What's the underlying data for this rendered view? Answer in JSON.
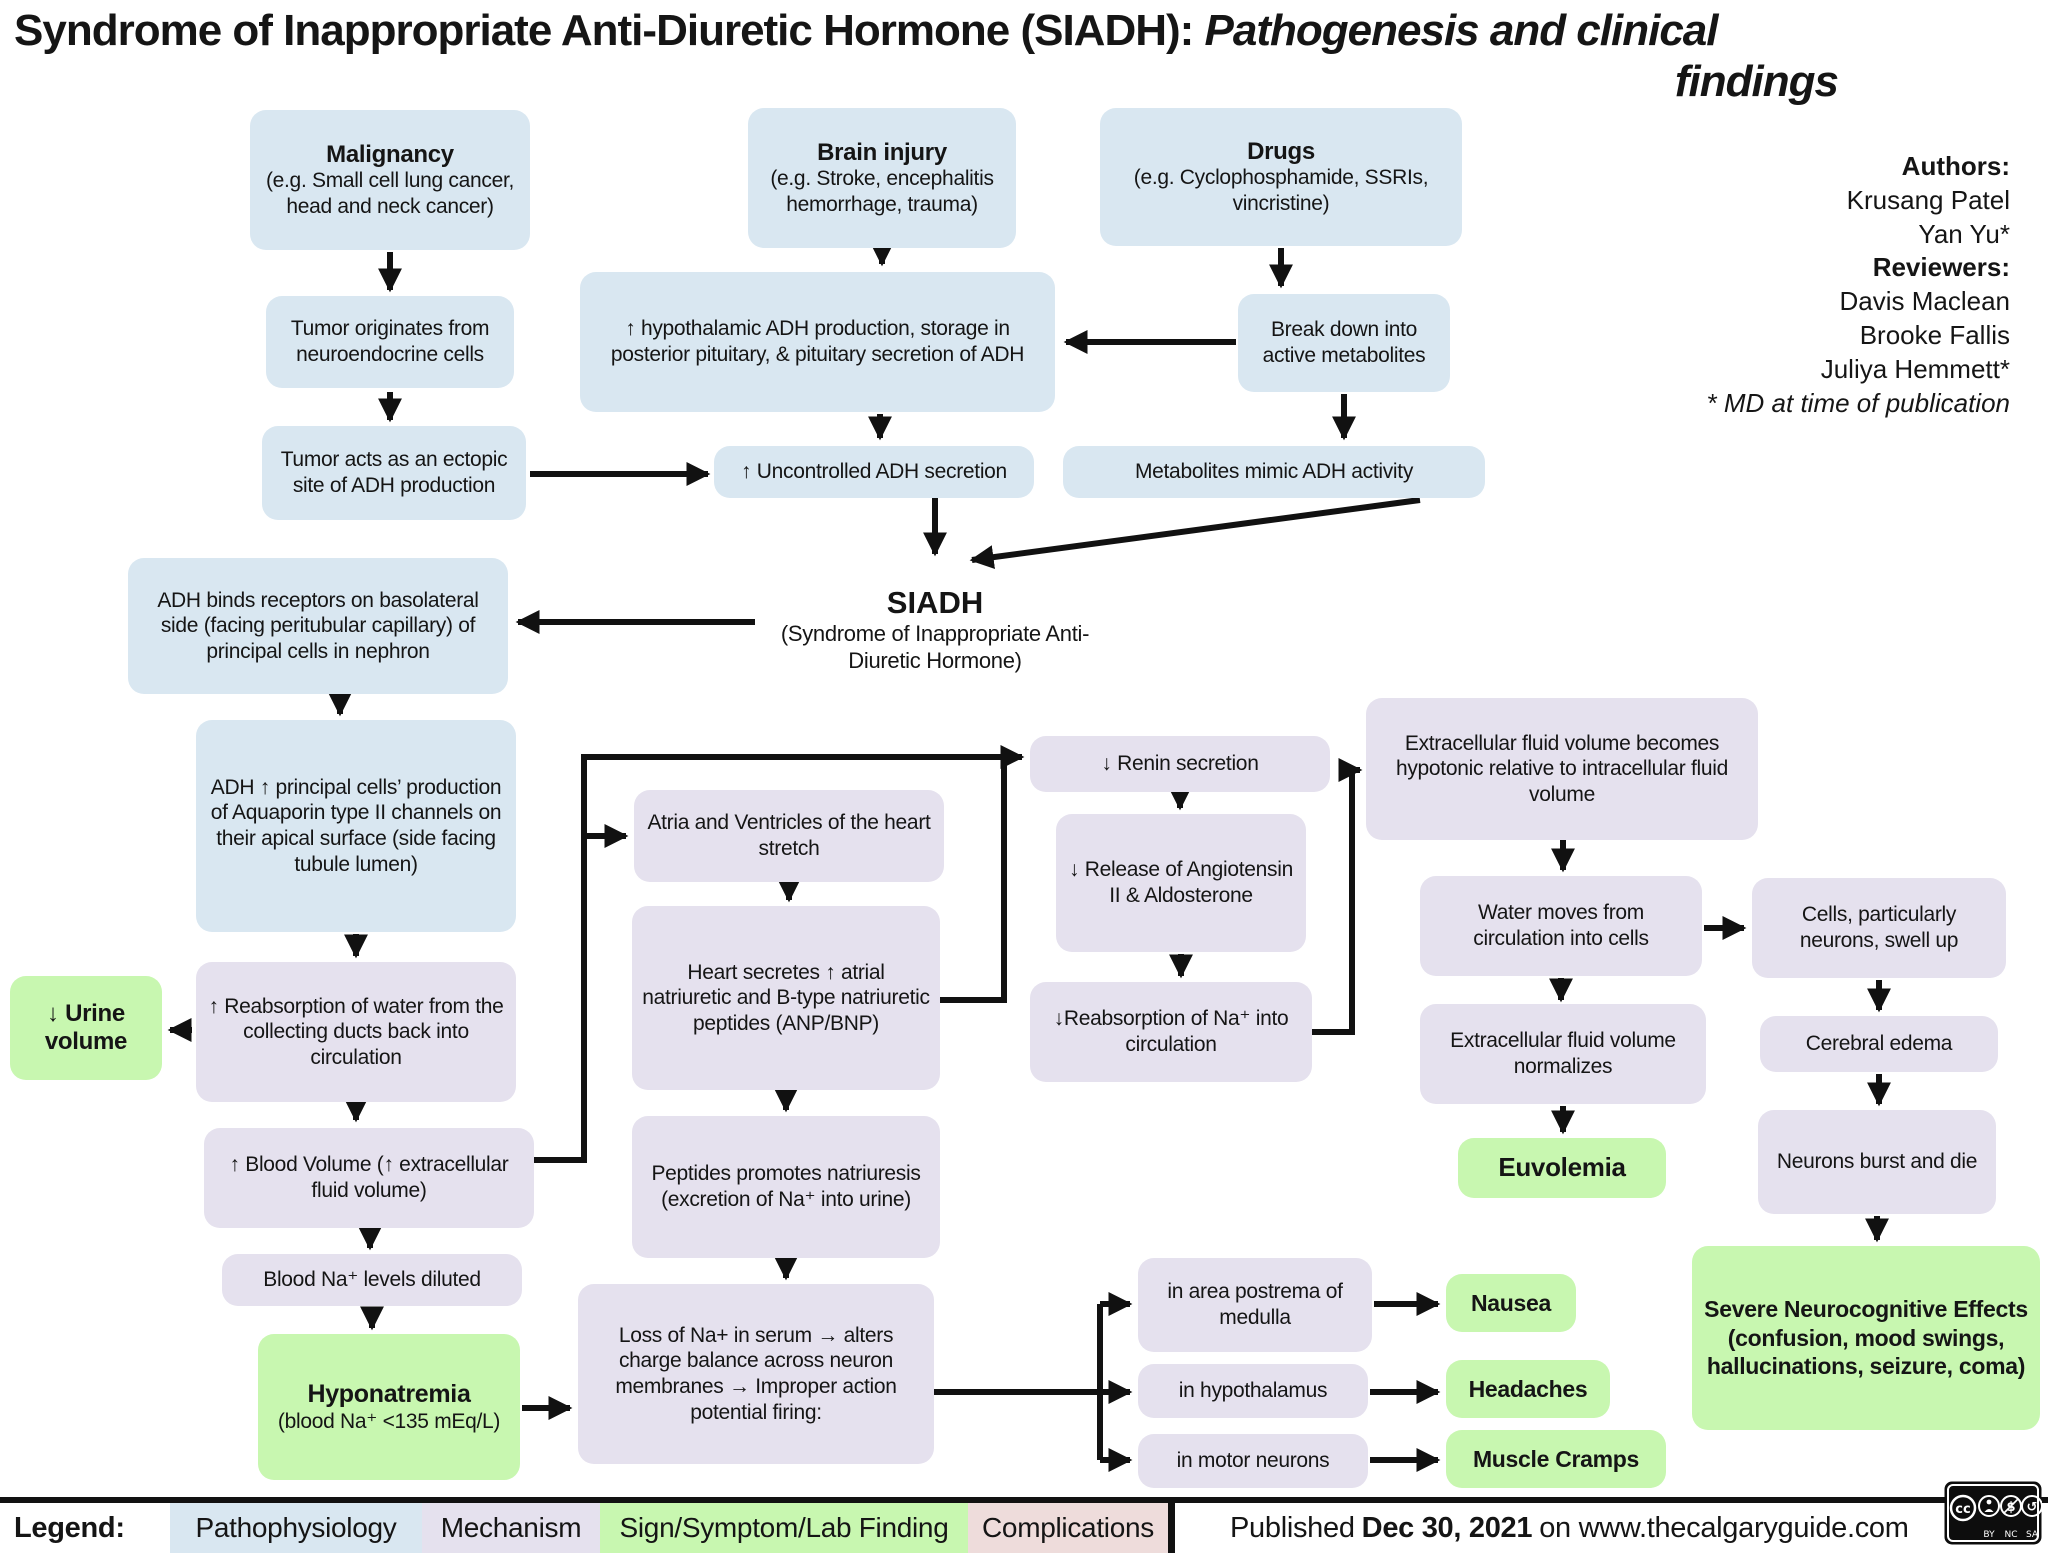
{
  "title": {
    "prefix": "Syndrome of Inappropriate Anti-Diuretic Hormone (SIADH): ",
    "emphasis": "Pathogenesis and clinical",
    "emphasis_line2": "findings"
  },
  "credits": {
    "authors_label": "Authors:",
    "authors": [
      "Krusang Patel",
      "Yan Yu*"
    ],
    "reviewers_label": "Reviewers:",
    "reviewers": [
      "Davis Maclean",
      "Brooke Fallis",
      "Juliya Hemmett*"
    ],
    "footnote": "* MD at time of publication"
  },
  "nodes": {
    "malignancy": {
      "t": "Malignancy",
      "b": "(e.g. Small cell lung cancer, head and neck cancer)"
    },
    "brain_injury": {
      "t": "Brain injury",
      "b": "(e.g. Stroke, encephalitis hemorrhage, trauma)"
    },
    "drugs": {
      "t": "Drugs",
      "b": "(e.g. Cyclophosphamide, SSRIs, vincristine)"
    },
    "tumor_originates": {
      "b": "Tumor originates from neuroendocrine cells"
    },
    "hypothalamic_adh": {
      "b": "↑ hypothalamic ADH production, storage in posterior pituitary, & pituitary secretion of ADH"
    },
    "break_down": {
      "b": "Break down into active metabolites"
    },
    "tumor_ectopic": {
      "b": "Tumor acts as an ectopic site of ADH production"
    },
    "uncontrolled_adh": {
      "b": "↑ Uncontrolled ADH secretion"
    },
    "metabolites_mimic": {
      "b": "Metabolites mimic ADH activity"
    },
    "adh_binds": {
      "b": "ADH binds receptors on basolateral side (facing peritubular capillary) of principal cells in nephron"
    },
    "siadh": {
      "t": "SIADH",
      "b": "(Syndrome of Inappropriate Anti-Diuretic Hormone)"
    },
    "adh_principal": {
      "b": "ADH ↑ principal cells’ production of Aquaporin type II channels on their apical surface (side facing tubule lumen)"
    },
    "urine_volume": {
      "t": "↓ Urine volume"
    },
    "reabs_water": {
      "b": "↑ Reabsorption of water from the collecting ducts back into circulation"
    },
    "blood_volume": {
      "b": "↑ Blood Volume (↑ extracellular fluid volume)"
    },
    "blood_na_diluted": {
      "b": "Blood Na⁺ levels diluted"
    },
    "hyponatremia": {
      "t": "Hyponatremia",
      "b": "(blood Na⁺ <135 mEq/L)"
    },
    "atria_ventricles": {
      "b": "Atria and Ventricles of the heart stretch"
    },
    "heart_secretes": {
      "b": "Heart secretes ↑ atrial natriuretic and B-type natriuretic peptides (ANP/BNP)"
    },
    "peptides_promote": {
      "b": "Peptides promotes natriuresis (excretion of Na⁺ into urine)"
    },
    "loss_na": {
      "b": "Loss of Na+ in serum → alters charge balance across neuron membranes → Improper action potential firing:"
    },
    "renin": {
      "b": "↓ Renin secretion"
    },
    "angiotensin": {
      "b": "↓ Release of Angiotensin II & Aldosterone"
    },
    "reabs_na": {
      "b": "↓Reabsorption of Na⁺ into circulation"
    },
    "ecf_hypotonic": {
      "b": "Extracellular fluid volume becomes hypotonic relative to intracellular fluid volume"
    },
    "water_moves": {
      "b": "Water moves from circulation into cells"
    },
    "cells_swell": {
      "b": "Cells, particularly neurons, swell up"
    },
    "ecf_normalizes": {
      "b": "Extracellular fluid volume normalizes"
    },
    "euvolemia": {
      "t": "Euvolemia"
    },
    "cerebral_edema": {
      "b": "Cerebral edema"
    },
    "neurons_burst": {
      "b": "Neurons burst and die"
    },
    "severe_neuro": {
      "t": "Severe Neurocognitive Effects (confusion, mood swings, hallucinations, seizure, coma)"
    },
    "area_postrema": {
      "b": "in area postrema of medulla"
    },
    "nausea": {
      "t": "Nausea"
    },
    "hypothalamus": {
      "b": "in hypothalamus"
    },
    "headaches": {
      "t": "Headaches"
    },
    "motor_neurons": {
      "b": "in motor neurons"
    },
    "muscle_cramps": {
      "t": "Muscle Cramps"
    }
  },
  "legend": {
    "label": "Legend:",
    "items": [
      {
        "label": "Pathophysiology",
        "color": "#d9e7f1"
      },
      {
        "label": "Mechanism",
        "color": "#e5e1ee"
      },
      {
        "label": "Sign/Symptom/Lab Finding",
        "color": "#c8f7b0"
      },
      {
        "label": "Complications",
        "color": "#eedcdb"
      }
    ]
  },
  "footer": {
    "published_prefix": "Published",
    "published_date": "Dec 30, 2021",
    "published_suffix": "on www.thecalgaryguide.com",
    "cc_name": "cc",
    "cc_labels": [
      "BY",
      "NC",
      "SA"
    ]
  },
  "colors": {
    "box_blue": "#d9e7f1",
    "box_lavender": "#e5e1ee",
    "box_green": "#c8f7b0",
    "legend_pink": "#eedcdb",
    "arrow": "#111111"
  }
}
